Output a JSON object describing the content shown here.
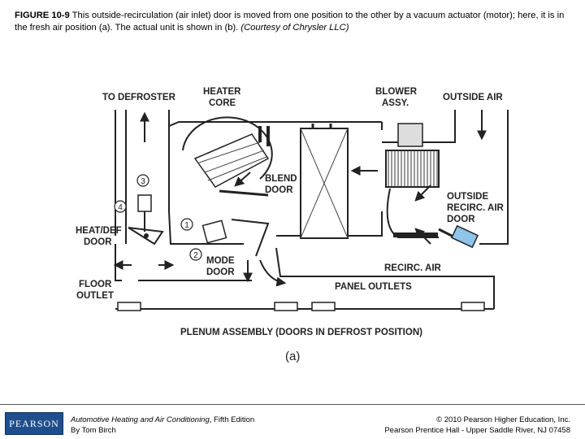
{
  "caption": {
    "figure_label": "FIGURE 10-9",
    "text": " This outside-recirculation (air inlet) door is moved from one position to the other by a vacuum actuator (motor); here, it is in the fresh air position (a). The actual unit is shown in (b). ",
    "credit": "(Courtesy of Chrysler LLC)"
  },
  "diagram": {
    "labels": {
      "to_defroster": "TO DEFROSTER",
      "heater": "HEATER",
      "core": "CORE",
      "blower": "BLOWER",
      "assy": "ASSY.",
      "outside_air": "OUTSIDE AIR",
      "blend": "BLEND",
      "door_blend": "DOOR",
      "outside": "OUTSIDE",
      "recirc_air": "RECIRC. AIR",
      "door_recirc": "DOOR",
      "heat_def": "HEAT/DEF",
      "door_heatdef": "DOOR",
      "mode": "MODE",
      "door_mode": "DOOR",
      "recirc_air_bottom": "RECIRC. AIR",
      "floor": "FLOOR",
      "outlet": "OUTLET",
      "panel_outlets": "PANEL OUTLETS",
      "plenum": "PLENUM ASSEMBLY (DOORS IN DEFROST POSITION)",
      "sublabel": "(a)"
    },
    "callouts": [
      "1",
      "2",
      "3",
      "4"
    ]
  },
  "footer": {
    "logo": "PEARSON",
    "book_title": "Automotive Heating and Air Conditioning",
    "edition": ", Fifth Edition",
    "author": "By Tom Birch",
    "copyright": "© 2010 Pearson Higher Education, Inc.",
    "publisher": "Pearson Prentice Hall - Upper Saddle River, NJ 07458"
  }
}
